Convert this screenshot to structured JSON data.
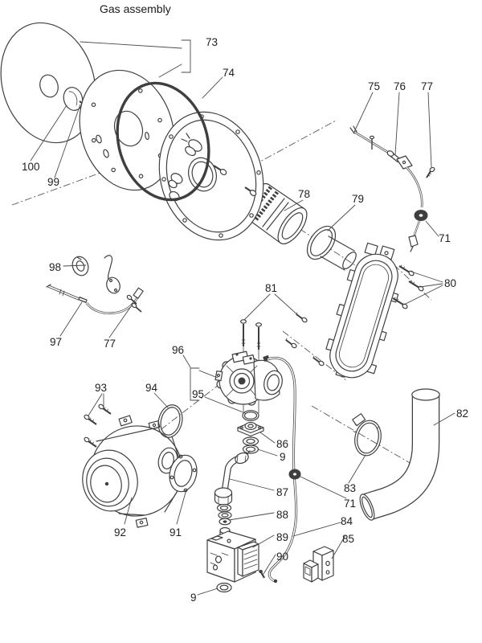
{
  "title": "Gas assembly",
  "diagram": {
    "type": "exploded-parts-diagram"
  },
  "colors": {
    "line": "#3f3f3f",
    "centerline": "#585858",
    "label": "#1f1f1f",
    "background": "#ffffff"
  },
  "callouts": {
    "c73": "73",
    "c74": "74",
    "c75": "75",
    "c76": "76",
    "c77_top": "77",
    "c71_right": "71",
    "c78": "78",
    "c79": "79",
    "c80": "80",
    "c81": "81",
    "c82": "82",
    "c83": "83",
    "c71_bottom": "71",
    "c84": "84",
    "c85": "85",
    "c86": "86",
    "c9_mid": "9",
    "c87": "87",
    "c88": "88",
    "c89": "89",
    "c90": "90",
    "c91": "91",
    "c92": "92",
    "c93": "93",
    "c94": "94",
    "c95": "95",
    "c96": "96",
    "c97": "97",
    "c98": "98",
    "c77_left": "77",
    "c99": "99",
    "c100": "100",
    "c9_bottom": "9"
  }
}
